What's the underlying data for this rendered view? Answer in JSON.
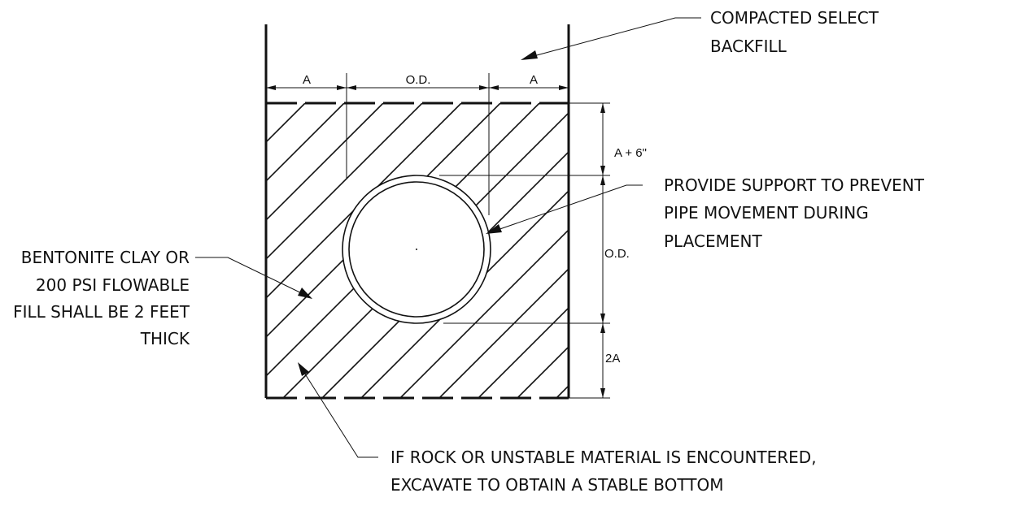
{
  "notes": {
    "backfill": [
      "COMPACTED SELECT",
      "BACKFILL"
    ],
    "support": [
      "PROVIDE SUPPORT TO PREVENT",
      "PIPE MOVEMENT DURING",
      "PLACEMENT"
    ],
    "bentonite": [
      "BENTONITE CLAY OR",
      "200 PSI FLOWABLE",
      "FILL SHALL BE 2 FEET",
      "THICK"
    ],
    "rock": [
      "IF ROCK OR UNSTABLE MATERIAL IS ENCOUNTERED,",
      "EXCAVATE TO OBTAIN A STABLE BOTTOM"
    ]
  },
  "dimensions": {
    "left_width": "A",
    "pipe_width": "O.D.",
    "right_width": "A",
    "cover": "A + 6\"",
    "pipe_height": "O.D.",
    "bedding": "2A"
  }
}
